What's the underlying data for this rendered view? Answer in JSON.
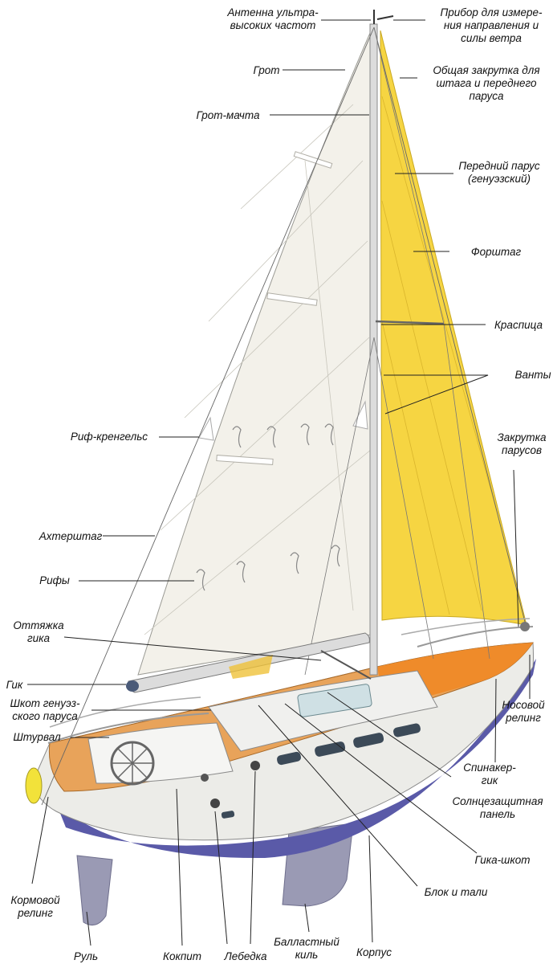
{
  "colors": {
    "mainsail": "#f3f1ea",
    "genoa": "#f6d542",
    "hull": "#ecece8",
    "bottom": "#5a5aa8",
    "keel": "#9a9ab4",
    "teak": "#e8a35a",
    "deck_orange": "#ef8b2a",
    "mast": "#dcdcdc",
    "fender": "#f2e23a",
    "leader": "#222222"
  },
  "labels": {
    "antenna": [
      "Антенна ультра-",
      "высоких частот"
    ],
    "wind_instrument": [
      "Прибор для измере-",
      "ния направления и",
      "силы ветра"
    ],
    "mainsail": [
      "Грот"
    ],
    "furling": [
      "Общая закрутка для",
      "штага и переднего",
      "паруса"
    ],
    "mainmast": [
      "Грот-мачта"
    ],
    "genoa": [
      "Передний парус",
      "(генуэзский)"
    ],
    "forestay": [
      "Форштаг"
    ],
    "spreader": [
      "Краспица"
    ],
    "shrouds": [
      "Ванты"
    ],
    "reef_cringle": [
      "Риф-кренгельс"
    ],
    "sail_furling": [
      "Закрутка",
      "парусов"
    ],
    "backstay": [
      "Ахтерштаг"
    ],
    "reefs": [
      "Рифы"
    ],
    "vang": [
      "Оттяжка",
      "гика"
    ],
    "boom": [
      "Гик"
    ],
    "genoa_sheet": [
      "Шкот генуэз-",
      "ского паруса"
    ],
    "bow_rail": [
      "Носовой",
      "релинг"
    ],
    "wheel": [
      "Штурвал"
    ],
    "spinnaker_pole": [
      "Спинакер-",
      "гик"
    ],
    "sun_panel": [
      "Солнцезащитная",
      "панель"
    ],
    "mainsheet": [
      "Гика-шкот"
    ],
    "block_tackle": [
      "Блок и тали"
    ],
    "stern_rail": [
      "Кормовой",
      "релинг"
    ],
    "rudder": [
      "Руль"
    ],
    "cockpit": [
      "Кокпит"
    ],
    "winch": [
      "Лебедка"
    ],
    "ballast_keel": [
      "Балластный",
      "киль"
    ],
    "hull": [
      "Корпус"
    ]
  }
}
